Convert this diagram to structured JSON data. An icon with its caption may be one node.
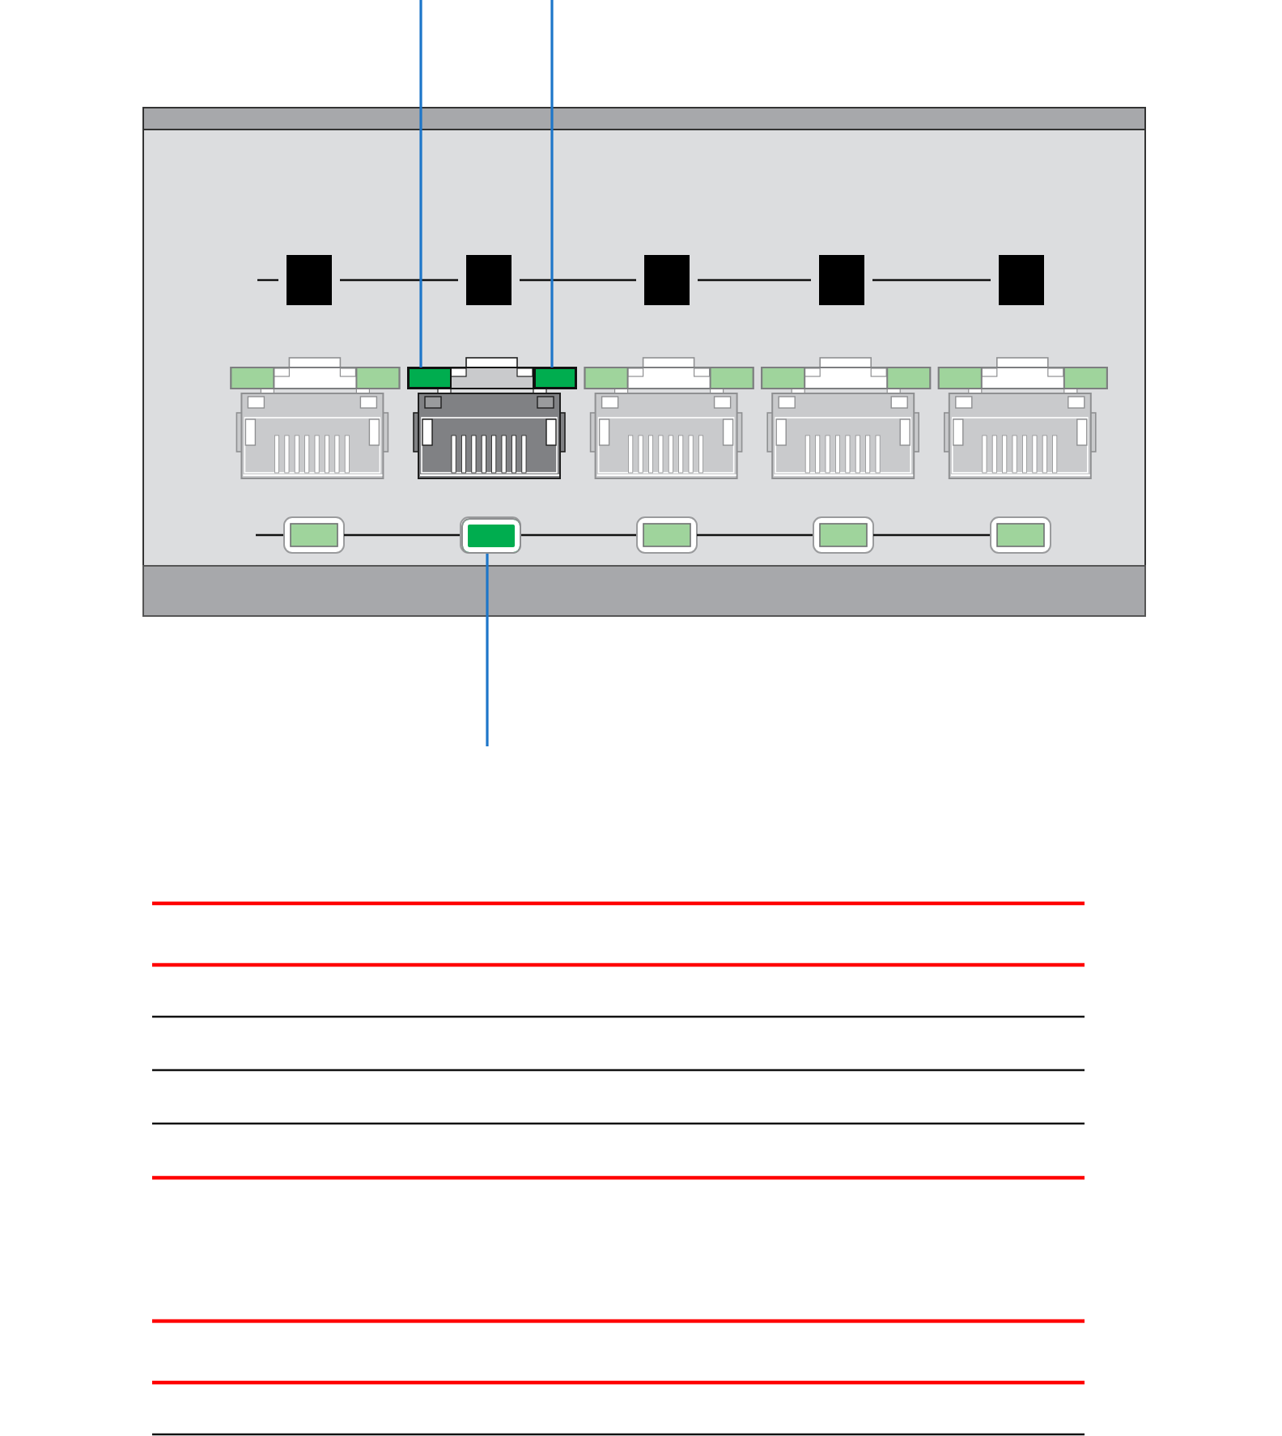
{
  "diagram": {
    "nodes": [
      {
        "text": [],
        "shape": "box"
      },
      {
        "text": [],
        "shape": "box"
      },
      {
        "text": [],
        "shape": "box"
      }
    ],
    "edges": [
      {
        "from": null,
        "to": 0,
        "arrow": "none"
      },
      {
        "from": null,
        "to": 1,
        "arrow": "none"
      },
      {
        "from": null,
        "to": 2,
        "arrow": "none"
      }
    ]
  }
}
